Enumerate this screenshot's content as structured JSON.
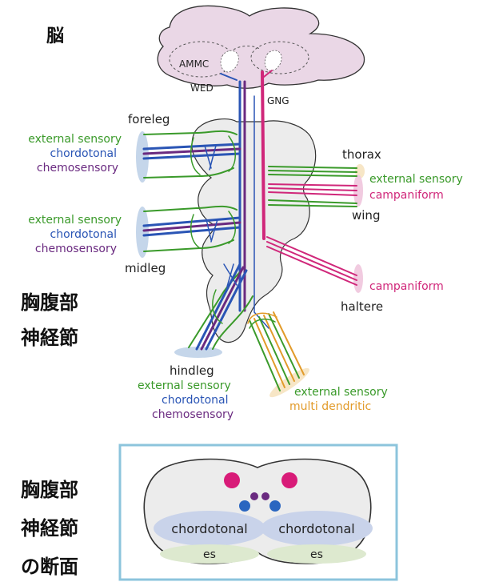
{
  "labels": {
    "brain": "脳",
    "vnc_line1": "胸腹部",
    "vnc_line2": "神経節",
    "section_line1": "胸腹部",
    "section_line2": "神経節",
    "section_line3": "の断面",
    "ammc": "AMMC",
    "wed": "WED",
    "gng": "GNG",
    "foreleg": "foreleg",
    "midleg": "midleg",
    "hindleg": "hindleg",
    "thorax": "thorax",
    "wing": "wing",
    "haltere": "haltere",
    "foreleg_ext": "external sensory",
    "foreleg_cho": "chordotonal",
    "foreleg_chemo": "chemosensory",
    "midleg_ext": "external sensory",
    "midleg_cho": "chordotonal",
    "midleg_chemo": "chemosensory",
    "hindleg_ext": "external sensory",
    "hindleg_cho": "chordotonal",
    "hindleg_chemo": "chemosensory",
    "thorax_ext": "external sensory",
    "wing_campani": "campaniform",
    "haltere_campani": "campaniform",
    "abd_ext": "external sensory",
    "abd_multi": "multi dendritic",
    "section_cho_left": "chordotonal",
    "section_cho_right": "chordotonal",
    "section_es_left": "es",
    "section_es_right": "es"
  },
  "colors": {
    "external_sensory": "#3a9a2a",
    "chordotonal": "#2a55b5",
    "chemosensory": "#6a2a80",
    "campaniform": "#d0277a",
    "multi_dendritic": "#e29b2a",
    "brain_fill": "#ead7e6",
    "ganglion_fill": "#ececec",
    "box_border": "#8cc4dc"
  }
}
